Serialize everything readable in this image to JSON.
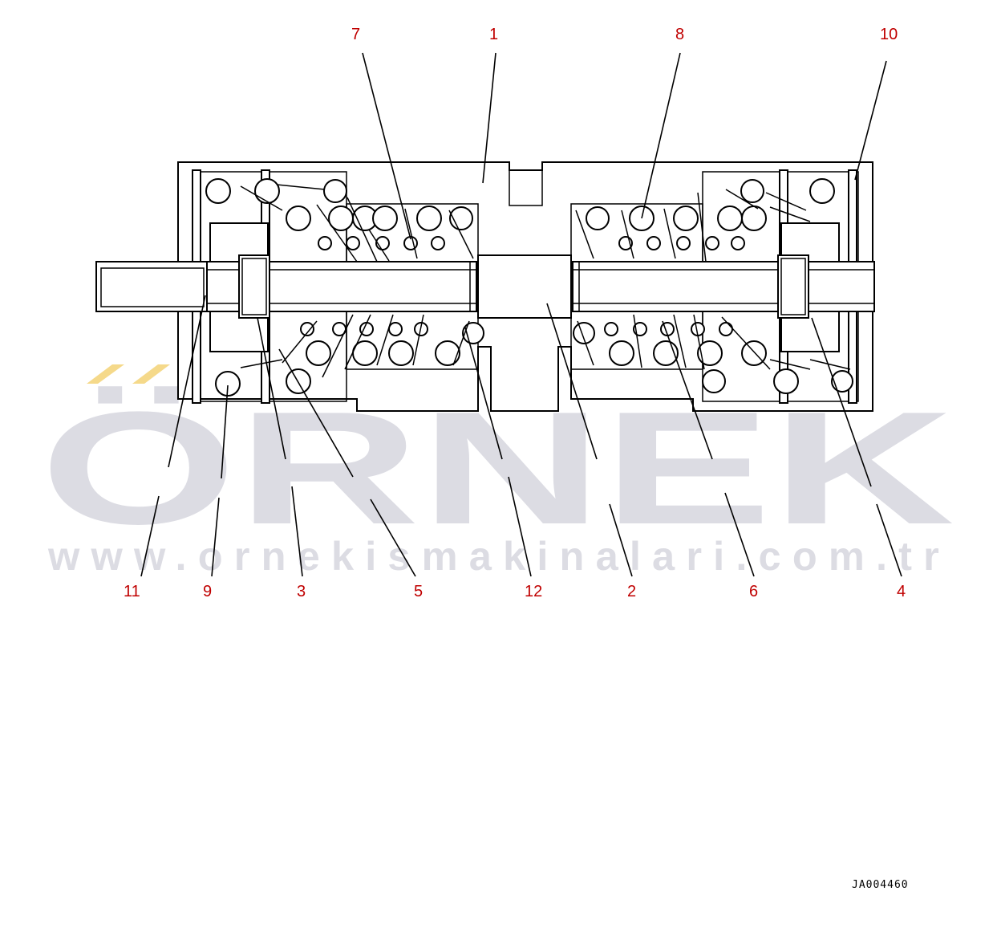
{
  "watermark": {
    "brand": "ÖRNEK",
    "url": "www.ornekismakinalari.com.tr",
    "accent_color": "#f5d98a",
    "text_color": "#dcdce3"
  },
  "callouts": {
    "top": [
      "7",
      "1",
      "8",
      "10"
    ],
    "bottom": [
      "11",
      "9",
      "3",
      "5",
      "12",
      "2",
      "6",
      "4"
    ],
    "color": "#c00000"
  },
  "document_id": "JA004460"
}
